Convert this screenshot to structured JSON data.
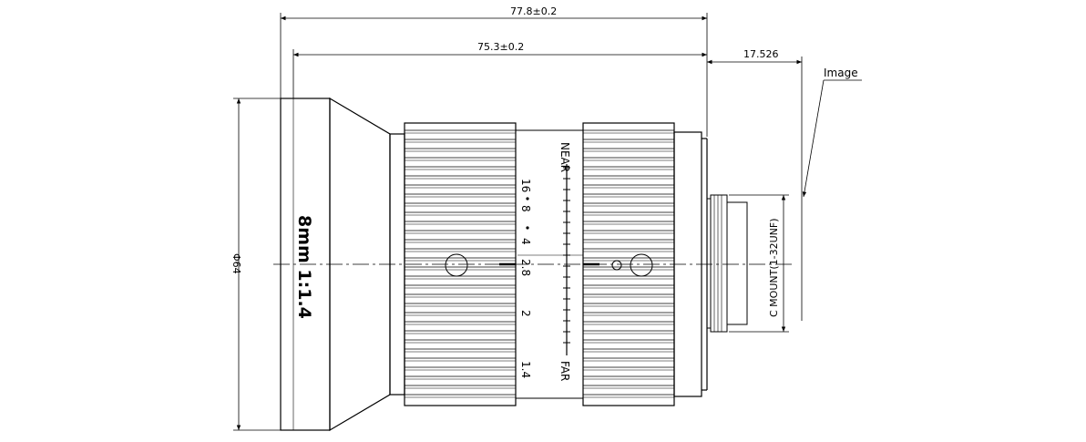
{
  "drawing": {
    "dimensions": {
      "overall_length": "77.8±0.2",
      "body_length": "75.3±0.2",
      "flange_distance": "17.526",
      "diameter": "Φ64"
    },
    "labels": {
      "image_plane": "Image",
      "mount": "C MOUNT(1-32UNF)",
      "model": "8mm 1:1.4"
    },
    "focus_scale": {
      "near": "NEAR",
      "far": "FAR",
      "distances": [
        "16",
        "8",
        "4",
        "2.8",
        "2",
        "1.4"
      ]
    }
  }
}
